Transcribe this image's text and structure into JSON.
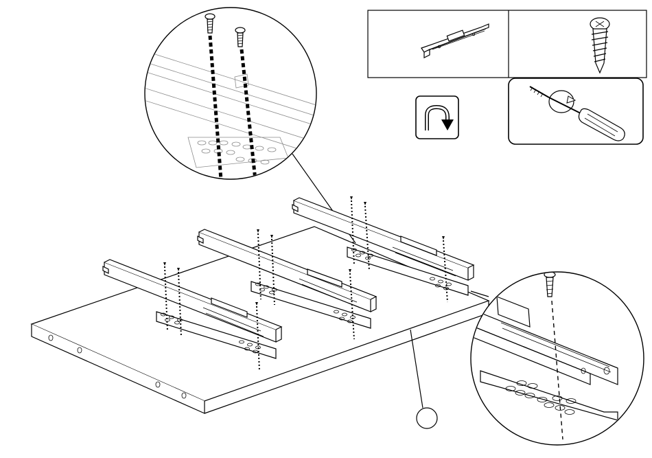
{
  "diagram": {
    "type": "assembly-instruction",
    "parts_legend": [
      {
        "name": "drawer-slide-rail",
        "icon": "rail-icon"
      },
      {
        "name": "wood-screw",
        "icon": "screw-icon"
      }
    ],
    "steps_icons": [
      "flip-panel-icon",
      "screwdriver-icon"
    ],
    "callout_marker": {
      "label": ""
    },
    "colors": {
      "line": "#000000",
      "background": "#ffffff",
      "detail_gray": "#8a8a8a"
    }
  }
}
